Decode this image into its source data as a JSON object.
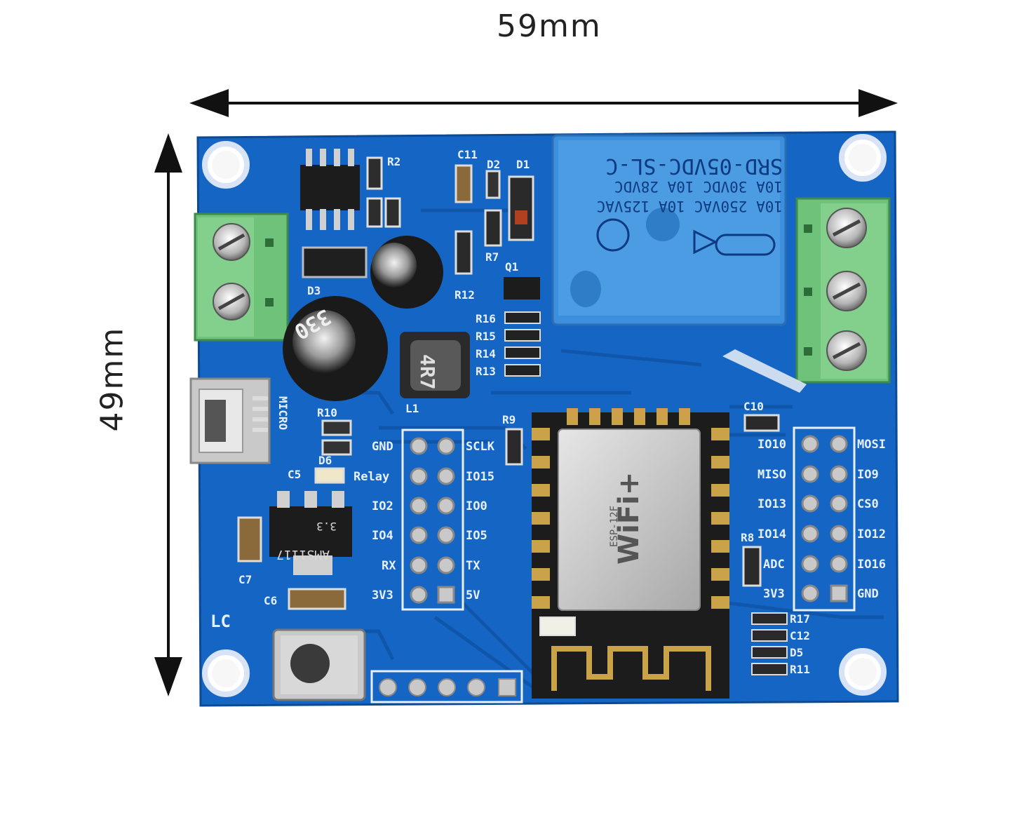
{
  "dimensions": {
    "width": "59mm",
    "height": "49mm"
  },
  "relay": {
    "model": "SRD-05VDC-SL-C",
    "ratings": [
      "10A 250VAC 10A 125VAC",
      "10A 30VDC 10A 28VDC"
    ]
  },
  "inductor_code": "4R7",
  "wifi_module": {
    "brand": "WiFi+",
    "model": "ESP-12F"
  },
  "regulator": {
    "label": "AMS1117",
    "voltage": "3.3"
  },
  "capacitor_marking": "330",
  "usb_label": "MICRO",
  "logo_text": "LC",
  "header_left": {
    "left_labels": [
      "GND",
      "Relay",
      "IO2",
      "IO4",
      "RX",
      "3V3"
    ],
    "right_labels": [
      "SCLK",
      "IO15",
      "IO0",
      "IO5",
      "TX",
      "5V"
    ]
  },
  "header_right": {
    "left_labels": [
      "IO10",
      "MISO",
      "IO13",
      "IO14",
      "ADC",
      "3V3"
    ],
    "right_labels": [
      "MOSI",
      "IO9",
      "CS0",
      "IO12",
      "IO16",
      "GND"
    ]
  },
  "designators": {
    "r2": "R2",
    "c11": "C11",
    "d2": "D2",
    "d1": "D1",
    "r7": "R7",
    "q1": "Q1",
    "r12": "R12",
    "d3": "D3",
    "r16": "R16",
    "r15": "R15",
    "r14": "R14",
    "r13": "R13",
    "l1": "L1",
    "r10": "R10",
    "r9": "R9",
    "c10": "C10",
    "d6": "D6",
    "c5": "C5",
    "c7": "C7",
    "c6": "C6",
    "r8": "R8",
    "r17": "R17",
    "c12": "C12",
    "d5": "D5",
    "r11": "R11"
  },
  "colors": {
    "pcb": "#1566c4",
    "pcb_dark": "#0e4f9e",
    "relay": "#3b8fdc",
    "terminal": "#6fc27a",
    "gold": "#c9a24a"
  }
}
